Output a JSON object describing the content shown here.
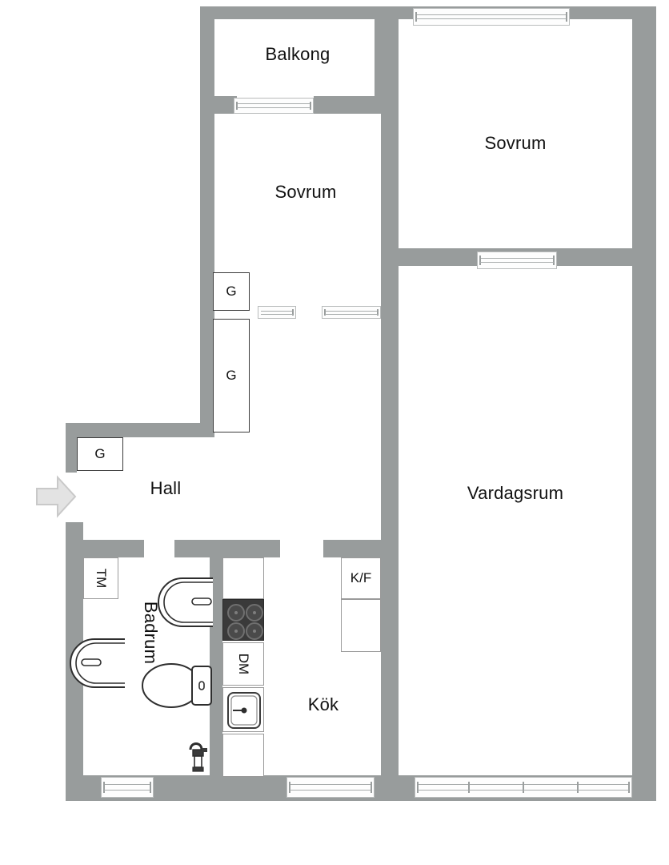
{
  "plan": {
    "type": "apartment-floor-plan",
    "language": "sv",
    "wall_color": "#989c9c",
    "floor_color": "#ffffff",
    "label_color": "#111111"
  },
  "rooms": [
    {
      "id": "balkong",
      "label": "Balkong",
      "orientation": "horizontal"
    },
    {
      "id": "sovrum_ne",
      "label": "Sovrum",
      "orientation": "horizontal"
    },
    {
      "id": "sovrum_nw",
      "label": "Sovrum",
      "orientation": "horizontal"
    },
    {
      "id": "vardagsrum",
      "label": "Vardagsrum",
      "orientation": "horizontal"
    },
    {
      "id": "hall",
      "label": "Hall",
      "orientation": "horizontal"
    },
    {
      "id": "badrum",
      "label": "Badrum",
      "orientation": "vertical"
    },
    {
      "id": "kok",
      "label": "Kök",
      "orientation": "horizontal"
    }
  ],
  "fixtures": [
    {
      "id": "garderob_1",
      "label": "G",
      "orientation": "horizontal",
      "kind": "closet"
    },
    {
      "id": "garderob_2",
      "label": "G",
      "orientation": "horizontal",
      "kind": "closet"
    },
    {
      "id": "garderob_3",
      "label": "G",
      "orientation": "horizontal",
      "kind": "closet"
    },
    {
      "id": "tvattmaskin",
      "label": "TM",
      "orientation": "vertical",
      "kind": "washing-machine"
    },
    {
      "id": "diskmaskin",
      "label": "DM",
      "orientation": "vertical",
      "kind": "dishwasher"
    },
    {
      "id": "kyl_frys",
      "label": "K/F",
      "orientation": "horizontal",
      "kind": "fridge-freezer"
    }
  ],
  "entrance": {
    "label": "",
    "direction": "right",
    "kind": "entrance-arrow"
  },
  "appliances": {
    "stove_burners": 4,
    "sinks_bathroom": 2,
    "toilet": 1,
    "shower_mixer": 1,
    "kitchen_sink": 1
  },
  "windows": {
    "count": 8,
    "positions": [
      "balkong-door",
      "sovrum-ne-top",
      "sovrum-nw-bottom",
      "sovrum-ne-bottom",
      "vardagsrum-top",
      "badrum-bottom",
      "kok-bottom",
      "vardagsrum-bottom"
    ]
  }
}
